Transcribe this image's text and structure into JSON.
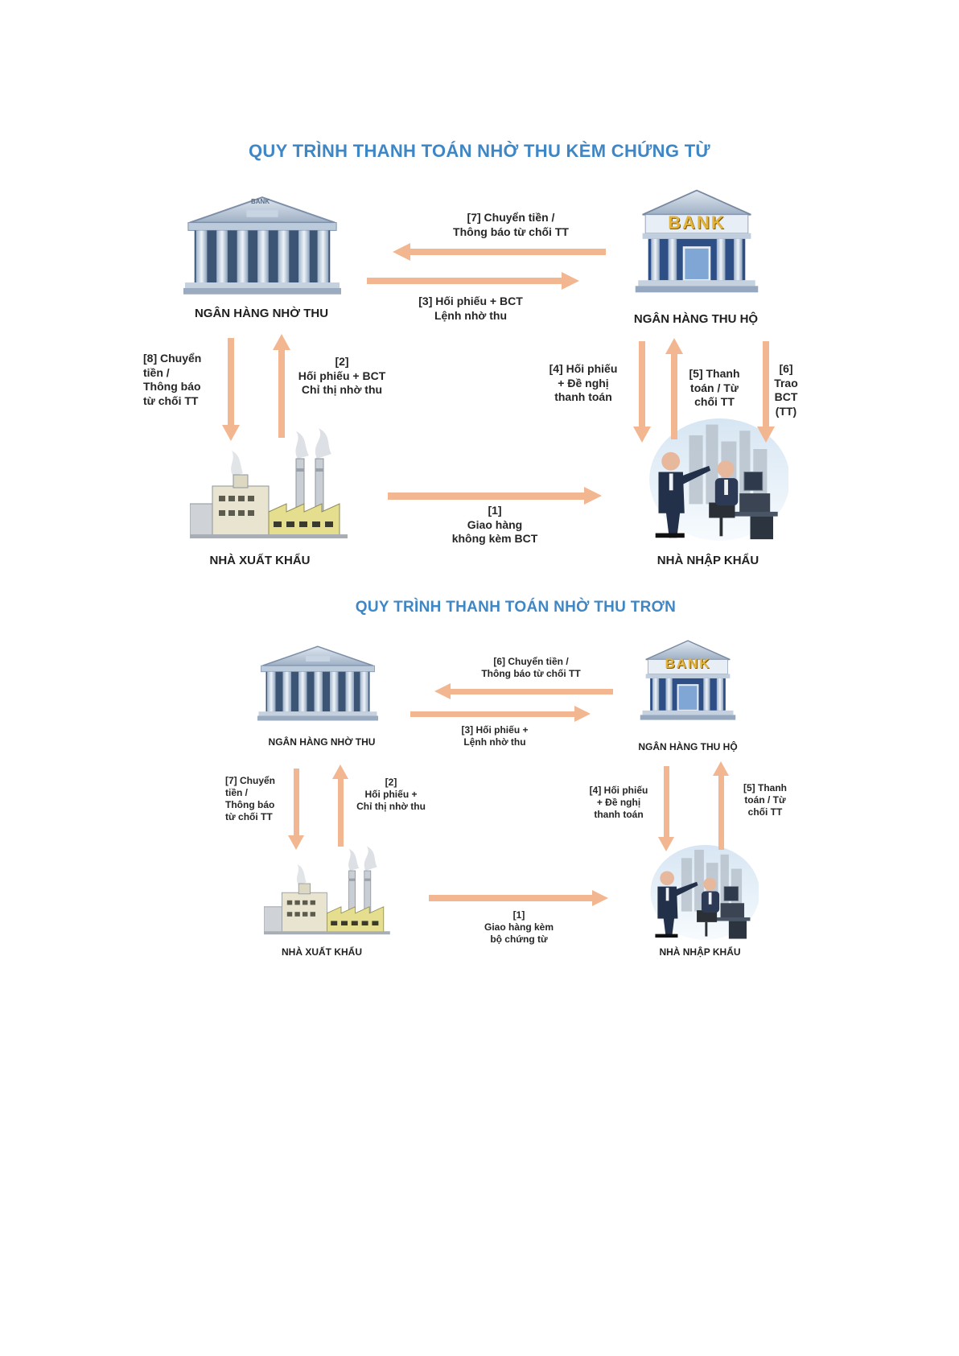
{
  "colors": {
    "title": "#3f86c4",
    "arrow": "#f2b690",
    "text": "#262626"
  },
  "diagram1": {
    "title": "QUY TRÌNH THANH TOÁN NHỜ THU KÈM CHỨNG TỪ",
    "nodes": {
      "remitting_bank": "NGÂN HÀNG NHỜ THU",
      "collecting_bank": "NGÂN HÀNG THU HỘ",
      "exporter": "NHÀ XUẤT KHẨU",
      "importer": "NHÀ NHẬP KHẨU"
    },
    "bank_sign": "BANK",
    "steps": {
      "s1": "[1]\nGiao hàng\nkhông kèm BCT",
      "s2": "[2]\nHối phiếu + BCT\nChỉ thị nhờ thu",
      "s3": "[3] Hối phiếu + BCT\nLệnh nhờ thu",
      "s4": "[4] Hối phiếu\n+ Đề nghị\nthanh toán",
      "s5": "[5] Thanh\ntoán / Từ\nchối TT",
      "s6": "[6]\nTrao\nBCT\n(TT)",
      "s7": "[7] Chuyển tiền /\nThông báo từ chối TT",
      "s8": "[8] Chuyển\ntiền /\nThông báo\ntừ chối TT"
    }
  },
  "diagram2": {
    "title": "QUY TRÌNH THANH TOÁN NHỜ THU TRƠN",
    "nodes": {
      "remitting_bank": "NGÂN HÀNG NHỜ THU",
      "collecting_bank": "NGÂN HÀNG THU HỘ",
      "exporter": "NHÀ XUẤT KHẨU",
      "importer": "NHÀ NHẬP KHẨU"
    },
    "bank_sign": "BANK",
    "steps": {
      "s1": "[1]\nGiao hàng kèm\nbộ chứng từ",
      "s2": "[2]\nHối phiếu +\nChỉ thị nhờ thu",
      "s3": "[3] Hối phiếu +\nLệnh nhờ thu",
      "s4": "[4] Hối phiếu\n+ Đề nghị\nthanh toán",
      "s5": "[5] Thanh\ntoán / Từ\nchối TT",
      "s6": "[6] Chuyển tiền /\nThông báo từ chối TT",
      "s7": "[7] Chuyển\ntiền /\nThông báo\ntừ chối TT"
    }
  }
}
